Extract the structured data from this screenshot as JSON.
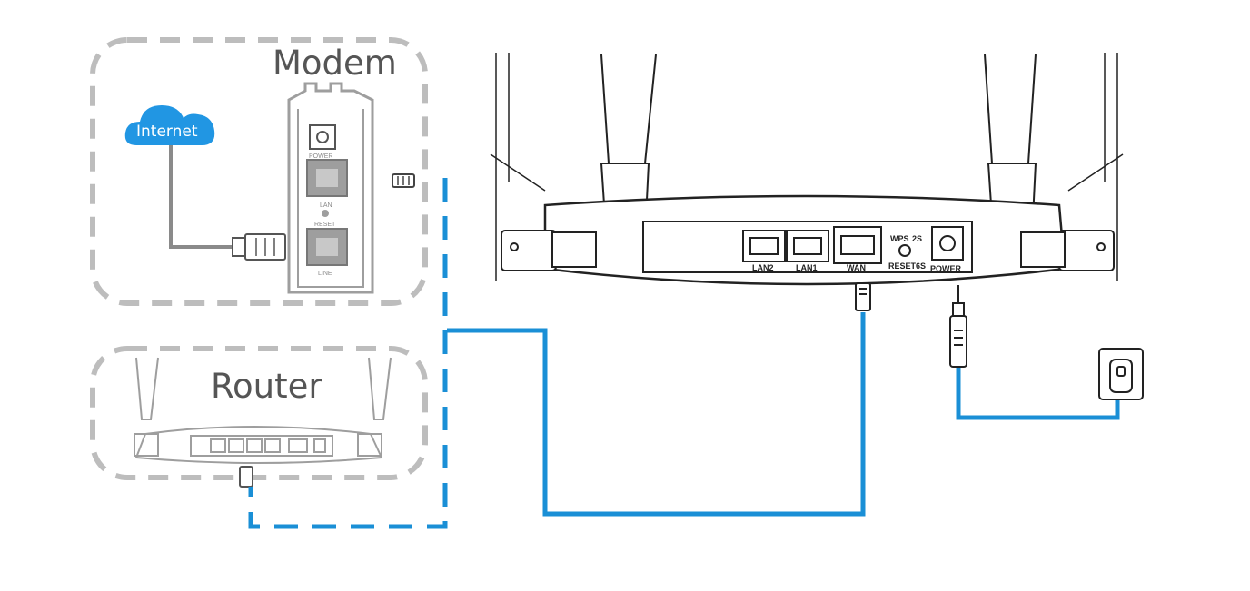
{
  "labels": {
    "modem_box": "Modem",
    "router_box": "Router",
    "cloud": "Internet"
  },
  "modem_ports": {
    "power": "POWER",
    "lan": "LAN",
    "reset": "RESET",
    "line": "LINE"
  },
  "router_ports": {
    "lan2": "LAN2",
    "lan1": "LAN1",
    "wan": "WAN",
    "wps": "WPS",
    "wps_time": "2S",
    "reset": "RESET",
    "reset_time": "6S",
    "power": "POWER"
  },
  "colors": {
    "cable": "#1a8fd6",
    "cloud": "#2196e3",
    "dashed_border": "#bdbdbd",
    "device_outline_light": "#9e9e9e",
    "device_outline_dark": "#222222",
    "internet_cable": "#8a8a8a"
  },
  "icons": [
    "cloud-icon",
    "ethernet-plug-icon",
    "power-adapter-icon",
    "wall-outlet-icon"
  ]
}
